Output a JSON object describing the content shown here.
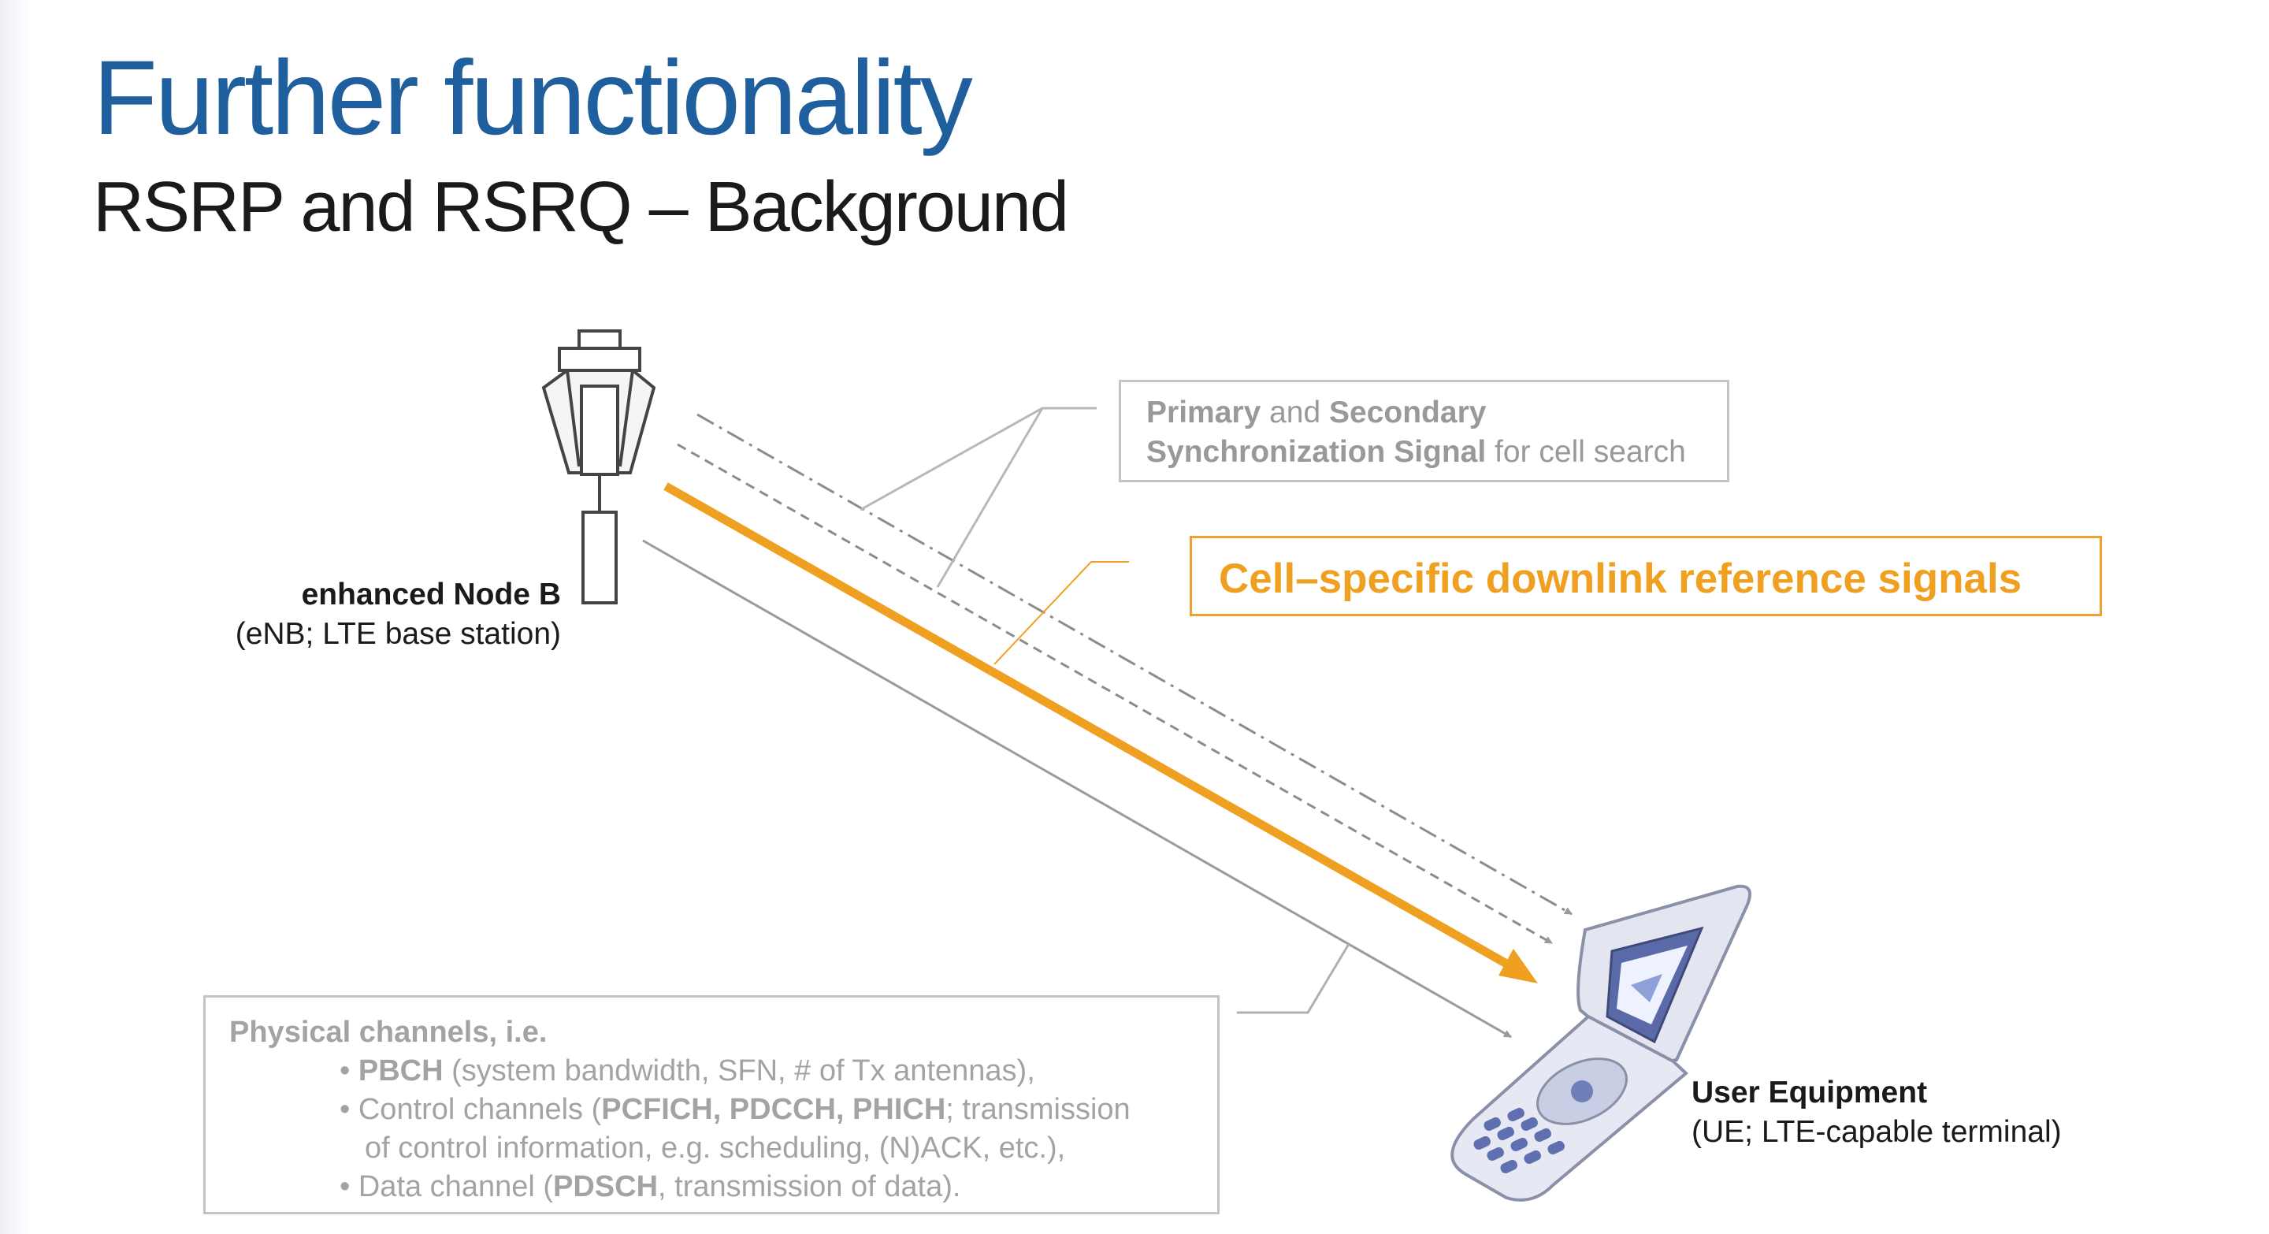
{
  "header": {
    "title": "Further functionality",
    "subtitle": "RSRP and RSRQ – Background"
  },
  "sync_callout": {
    "line1_bold_a": "Primary",
    "line1_mid": " and ",
    "line1_bold_b": "Secondary",
    "line2_bold": "Synchronization Signal",
    "line2_rest": " for cell search"
  },
  "ref_callout": {
    "text": "Cell–specific downlink reference signals"
  },
  "enb": {
    "name": "enhanced Node B",
    "description": "(eNB; LTE base station)"
  },
  "ue": {
    "name": "User Equipment",
    "description": "(UE; LTE-capable terminal)"
  },
  "physical_channels": {
    "heading": "Physical channels, i.e.",
    "pbch_bullet": "• ",
    "pbch_bold": "PBCH",
    "pbch_rest": " (system bandwidth, SFN, # of Tx antennas),",
    "control_bullet": "• Control channels (",
    "control_bold": "PCFICH, PDCCH, PHICH",
    "control_rest": "; transmission",
    "control_cont": "of control information, e.g. scheduling, (N)ACK, etc.),",
    "data_bullet": "• Data channel (",
    "data_bold": "PDSCH",
    "data_rest": ", transmission of data)."
  },
  "colors": {
    "title": "#1f5f9e",
    "accent_orange": "#f0a020",
    "muted_grey": "#a3a3a3"
  }
}
